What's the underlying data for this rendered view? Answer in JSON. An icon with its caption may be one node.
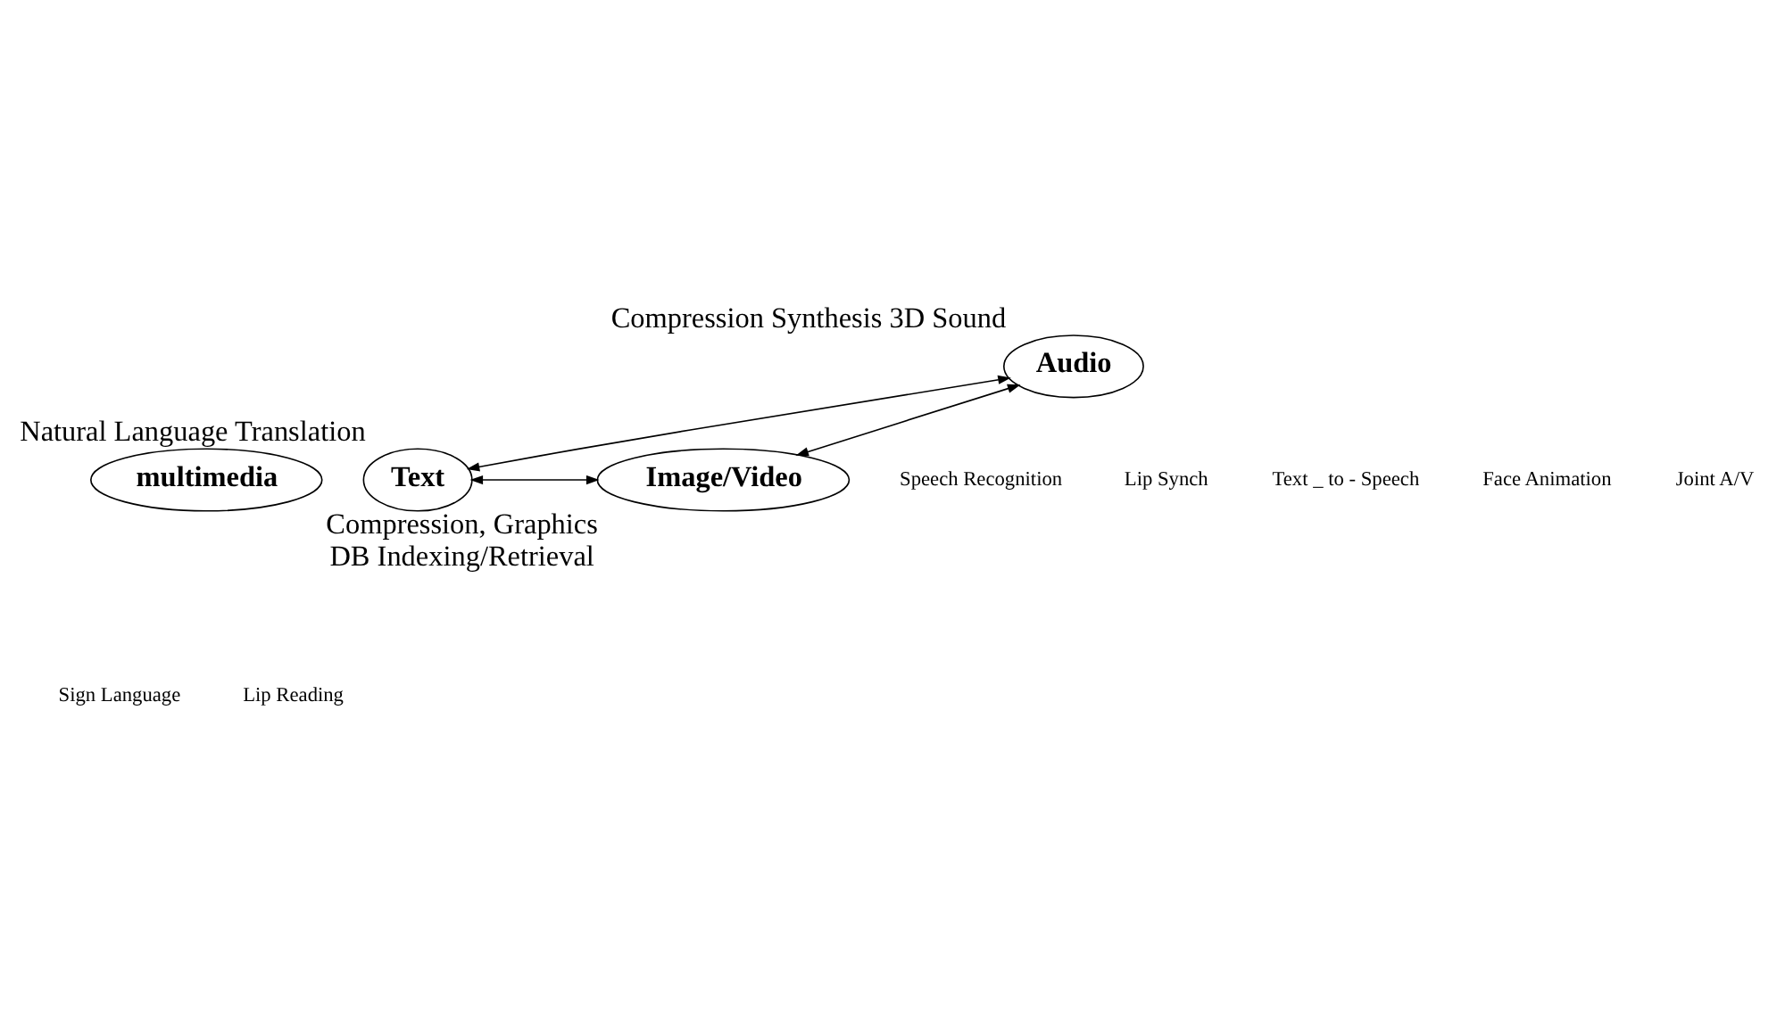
{
  "diagram": {
    "nodes": [
      {
        "text": [
          "Audio"
        ],
        "beside": [
          "Compression Synthesis 3D Sound"
        ]
      },
      {
        "text": [
          "multimedia"
        ]
      },
      {
        "text": [
          "Text"
        ],
        "beside": [
          "Natural Language Translation"
        ]
      },
      {
        "text": [
          "Image/Video"
        ],
        "beside": [
          "Compression, Graphics",
          "DB Indexing/Retrieval"
        ]
      }
    ],
    "edges": [
      {
        "from": 0,
        "to": 2,
        "arrow": "both"
      },
      {
        "from": 0,
        "to": 3,
        "arrow": "both"
      },
      {
        "from": 2,
        "to": 3,
        "arrow": "both"
      }
    ],
    "labels": [
      "Speech Recognition",
      "Lip Synch",
      "Text _ to - Speech",
      "Face Animation",
      "Joint A/V",
      "Sign Language",
      "Lip Reading"
    ]
  }
}
